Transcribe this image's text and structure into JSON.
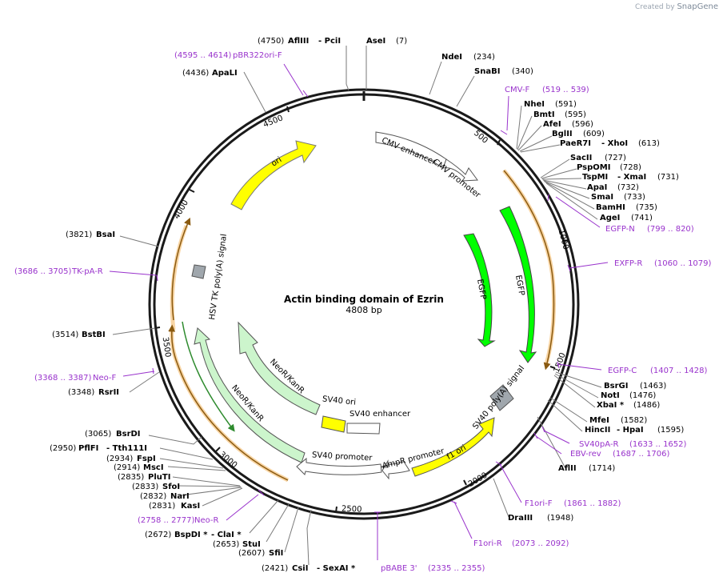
{
  "credit": {
    "prefix": "Created by",
    "brand": "SnapGene"
  },
  "plasmid": {
    "name": "Actin binding domain of Ezrin",
    "length": "4808 bp"
  },
  "ruler": [
    "500",
    "1000",
    "1500",
    "2000",
    "2500",
    "3000",
    "3500",
    "4000",
    "4500"
  ],
  "features": [
    {
      "label": "ori",
      "color": "#ffff00"
    },
    {
      "label": "CMV enhancer",
      "color": "#ffffff"
    },
    {
      "label": "CMV promoter",
      "color": "#ffffff"
    },
    {
      "label": "EGFP",
      "color": "#00ff00"
    },
    {
      "label": "EGFP",
      "color": "#00ff00"
    },
    {
      "label": "SV40 poly(A) signal",
      "color": "#a0a7ad"
    },
    {
      "label": "f1 ori",
      "color": "#ffff00"
    },
    {
      "label": "AmpR promoter",
      "color": "#ffffff"
    },
    {
      "label": "SV40 promoter",
      "color": "#ffffff"
    },
    {
      "label": "SV40 enhancer",
      "color": "#ffffff"
    },
    {
      "label": "SV40 ori",
      "color": "#ffff00"
    },
    {
      "label": "NeoR/KanR",
      "color": "#ccf5cc"
    },
    {
      "label": "NeoR/KanR",
      "color": "#ccf5cc"
    },
    {
      "label": "HSV TK poly(A) signal",
      "color": "#a0a7ad"
    }
  ],
  "sites": [
    {
      "pos": "(4750)",
      "name": "AflIII",
      "extra": "- PciI"
    },
    {
      "pos": "(7)",
      "name": "AseI",
      "extra": ""
    },
    {
      "pos": "(234)",
      "name": "NdeI",
      "extra": ""
    },
    {
      "pos": "(340)",
      "name": "SnaBI",
      "extra": ""
    },
    {
      "pos": "(591)",
      "name": "NheI",
      "extra": ""
    },
    {
      "pos": "(595)",
      "name": "BmtI",
      "extra": ""
    },
    {
      "pos": "(596)",
      "name": "AfeI",
      "extra": ""
    },
    {
      "pos": "(609)",
      "name": "BglII",
      "extra": ""
    },
    {
      "pos": "(613)",
      "name": "PaeR7I",
      "extra": "- XhoI"
    },
    {
      "pos": "(727)",
      "name": "SacII",
      "extra": ""
    },
    {
      "pos": "(728)",
      "name": "PspOMI",
      "extra": ""
    },
    {
      "pos": "(731)",
      "name": "TspMI",
      "extra": "- XmaI"
    },
    {
      "pos": "(732)",
      "name": "ApaI",
      "extra": ""
    },
    {
      "pos": "(733)",
      "name": "SmaI",
      "extra": ""
    },
    {
      "pos": "(735)",
      "name": "BamHI",
      "extra": ""
    },
    {
      "pos": "(741)",
      "name": "AgeI",
      "extra": ""
    },
    {
      "pos": "(1463)",
      "name": "BsrGI",
      "extra": ""
    },
    {
      "pos": "(1476)",
      "name": "NotI",
      "extra": ""
    },
    {
      "pos": "(1486)",
      "name": "XbaI *",
      "extra": ""
    },
    {
      "pos": "(1582)",
      "name": "MfeI",
      "extra": ""
    },
    {
      "pos": "(1595)",
      "name": "HincII",
      "extra": "- HpaI"
    },
    {
      "pos": "(1714)",
      "name": "AflII",
      "extra": ""
    },
    {
      "pos": "(1948)",
      "name": "DraIII",
      "extra": ""
    },
    {
      "pos": "(4436)",
      "name": "ApaLI",
      "extra": ""
    },
    {
      "pos": "(3821)",
      "name": "BsaI",
      "extra": ""
    },
    {
      "pos": "(3514)",
      "name": "BstBI",
      "extra": ""
    },
    {
      "pos": "(3348)",
      "name": "RsrII",
      "extra": ""
    },
    {
      "pos": "(3065)",
      "name": "BsrDI",
      "extra": ""
    },
    {
      "pos": "(2950)",
      "name": "PflFI",
      "extra": "- Tth111I"
    },
    {
      "pos": "(2934)",
      "name": "FspI",
      "extra": ""
    },
    {
      "pos": "(2914)",
      "name": "MscI",
      "extra": ""
    },
    {
      "pos": "(2835)",
      "name": "PluTI",
      "extra": ""
    },
    {
      "pos": "(2833)",
      "name": "SfoI",
      "extra": ""
    },
    {
      "pos": "(2832)",
      "name": "NarI",
      "extra": ""
    },
    {
      "pos": "(2831)",
      "name": "KasI",
      "extra": ""
    },
    {
      "pos": "(2672)",
      "name": "BspDI *",
      "extra": "- ClaI *"
    },
    {
      "pos": "(2653)",
      "name": "StuI",
      "extra": ""
    },
    {
      "pos": "(2607)",
      "name": "SfiI",
      "extra": ""
    },
    {
      "pos": "(2421)",
      "name": "CsiI",
      "extra": "- SexAI *"
    }
  ],
  "primers": [
    {
      "name": "pBR322ori-F",
      "range": "(4595 .. 4614)"
    },
    {
      "name": "CMV-F",
      "range": "(519 .. 539)"
    },
    {
      "name": "EGFP-N",
      "range": "(799 .. 820)"
    },
    {
      "name": "EXFP-R",
      "range": "(1060 .. 1079)"
    },
    {
      "name": "EGFP-C",
      "range": "(1407 .. 1428)"
    },
    {
      "name": "SV40pA-R",
      "range": "(1633 .. 1652)"
    },
    {
      "name": "EBV-rev",
      "range": "(1687 .. 1706)"
    },
    {
      "name": "F1ori-F",
      "range": "(1861 .. 1882)"
    },
    {
      "name": "F1ori-R",
      "range": "(2073 .. 2092)"
    },
    {
      "name": "pBABE 3'",
      "range": "(2335 .. 2355)"
    },
    {
      "name": "Neo-R",
      "range": "(2758 .. 2777)"
    },
    {
      "name": "Neo-F",
      "range": "(3368 .. 3387)"
    },
    {
      "name": "TK-pA-R",
      "range": "(3686 .. 3705)"
    }
  ],
  "colors": {
    "backbone": "#1a1a1a",
    "primer": "#9933cc",
    "site_line": "#7a7a7a",
    "orf_orange": "#f2b25a"
  }
}
